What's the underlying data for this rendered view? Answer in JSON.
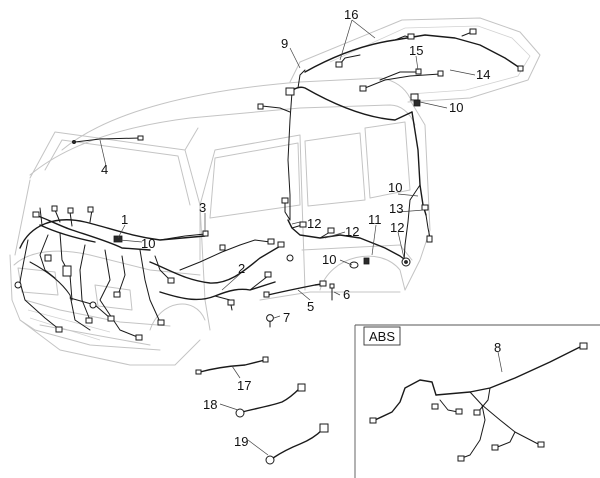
{
  "diagram": {
    "abs_panel_title": "ABS",
    "callouts": {
      "c1": "1",
      "c2": "2",
      "c3": "3",
      "c4": "4",
      "c5": "5",
      "c6": "6",
      "c7": "7",
      "c8": "8",
      "c9": "9",
      "c10a": "10",
      "c10b": "10",
      "c10c": "10",
      "c10d": "10",
      "c11": "11",
      "c12a": "12",
      "c12b": "12",
      "c12c": "12",
      "c13": "13",
      "c14": "14",
      "c15": "15",
      "c16": "16",
      "c17": "17",
      "c18": "18",
      "c19": "19"
    }
  }
}
